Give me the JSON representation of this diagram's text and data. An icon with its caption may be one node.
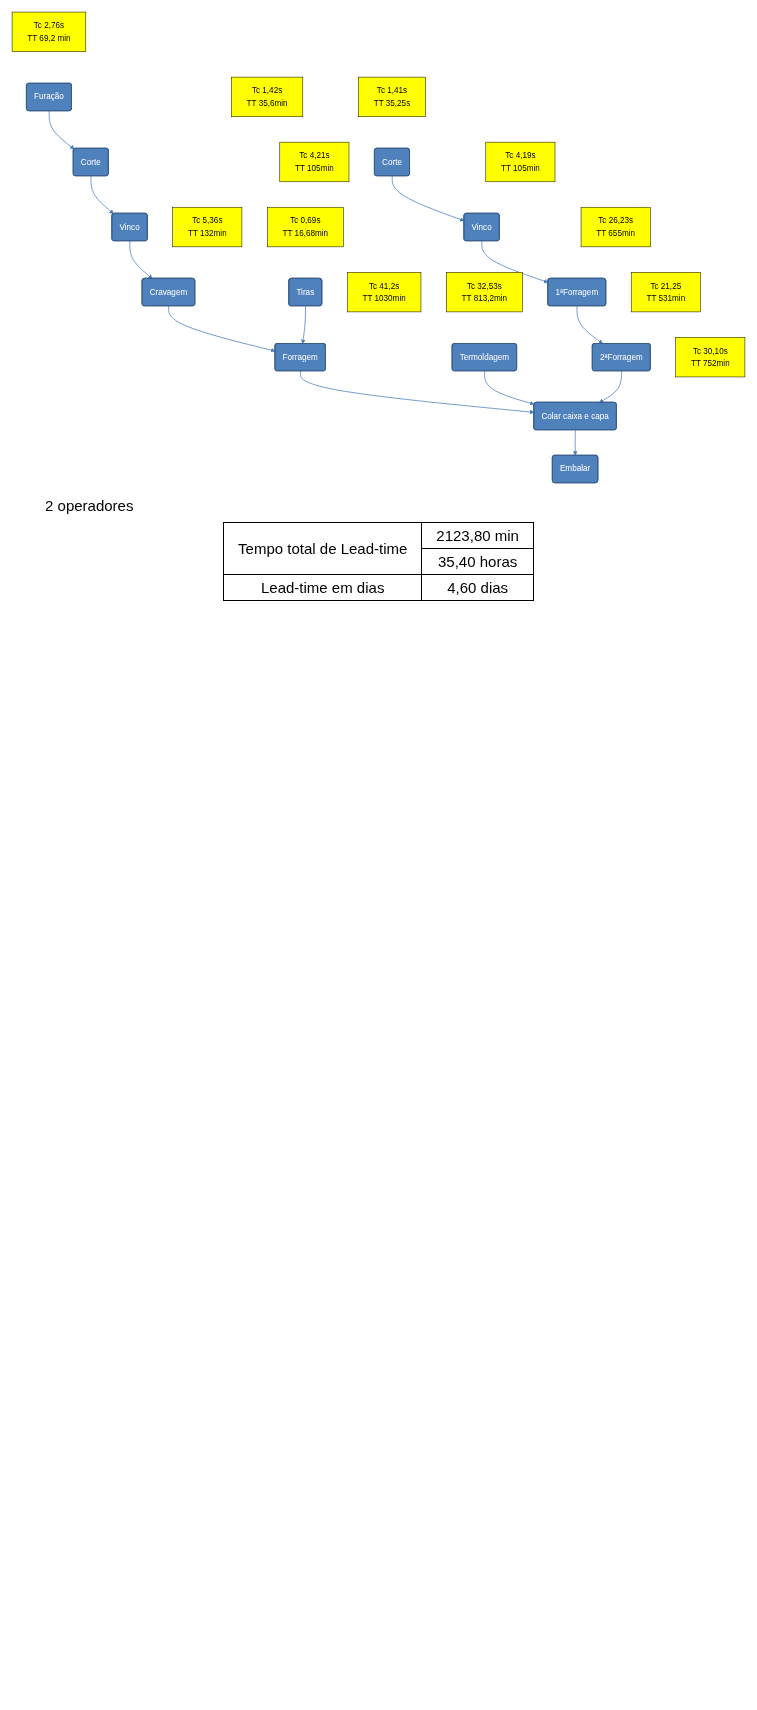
{
  "diagram": {
    "nodes": [
      {
        "text": [
          "Furação"
        ],
        "beside": [
          "Tc",
          "2,76s",
          "TT",
          "69,2 min"
        ]
      },
      {
        "text": [
          "Corte"
        ],
        "beside": [
          "Tc",
          "1,42s",
          "TT",
          "35,6min"
        ]
      },
      {
        "text": [
          "Vinco"
        ],
        "beside": [
          "Tc",
          "4,21s",
          "TT",
          "105min"
        ]
      },
      {
        "text": [
          "Cravagem"
        ],
        "beside": [
          "Tc",
          "5,36s",
          "TT",
          "132min"
        ]
      },
      {
        "text": [
          "Forragem"
        ],
        "beside": [
          "Tc",
          "41,2s",
          "TT",
          "1030min"
        ]
      },
      {
        "text": [
          "Colar caixa e capa"
        ],
        "beside": [
          "Tc",
          "30,10s",
          "TT",
          "752min"
        ]
      },
      {
        "text": [
          "Embalar"
        ]
      },
      {
        "text": [
          "Tiras"
        ],
        "beside": [
          "Tc",
          "0,69s",
          "TT",
          "16,68min"
        ]
      },
      {
        "text": [
          "Termoldagem"
        ],
        "beside": [
          "Tc",
          "32,53s",
          "TT",
          "813,2min"
        ]
      },
      {
        "text": [
          "Corte"
        ],
        "beside": [
          "Tc",
          "1,41s",
          "TT",
          "35,25s"
        ]
      },
      {
        "text": [
          "Vinco"
        ],
        "beside": [
          "Tc",
          "4,19s",
          "TT",
          "105min"
        ]
      },
      {
        "text": [
          "1ªForragem"
        ],
        "beside": [
          "Tc",
          "26,23s",
          "TT",
          "655min"
        ]
      },
      {
        "text": [
          "2ªForragem"
        ],
        "beside": [
          "Tc",
          "21,25",
          "TT",
          "531min"
        ]
      }
    ],
    "edges": [
      {
        "from": 0,
        "to": 1,
        "arrow": "to"
      },
      {
        "from": 1,
        "to": 2,
        "arrow": "to"
      },
      {
        "from": 2,
        "to": 3,
        "arrow": "to"
      },
      {
        "from": 3,
        "to": 4,
        "arrow": "to"
      },
      {
        "from": 4,
        "to": 5,
        "arrow": "to"
      },
      {
        "from": 5,
        "to": 6,
        "arrow": "to"
      },
      {
        "from": 7,
        "to": 4,
        "arrow": "to"
      },
      {
        "from": 8,
        "to": 5,
        "arrow": "to"
      },
      {
        "from": 9,
        "to": 10,
        "arrow": "to"
      },
      {
        "from": 10,
        "to": 11,
        "arrow": "to"
      },
      {
        "from": 11,
        "to": 12,
        "arrow": "to"
      },
      {
        "from": 12,
        "to": 5,
        "arrow": "to"
      }
    ],
    "labels": [
      "2 operadores",
      "Tempo total de Lead-time",
      "2123,80 min",
      "35,40 horas",
      "Lead-time em dias",
      "4,60 dias"
    ]
  }
}
